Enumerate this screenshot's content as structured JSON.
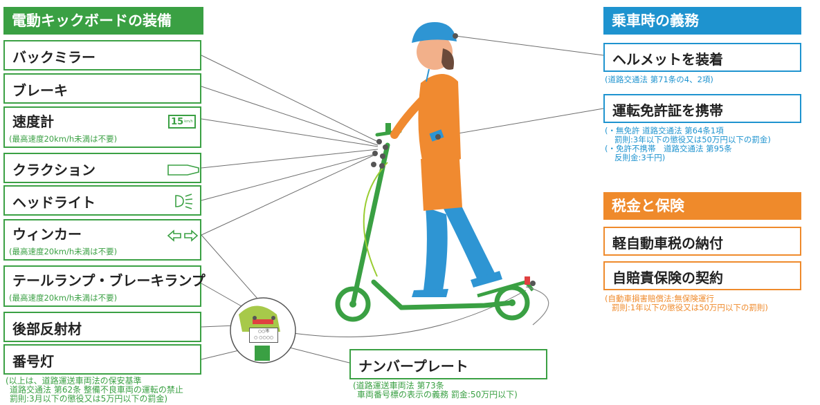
{
  "equipment": {
    "heading": "電動キックボードの装備",
    "items": [
      {
        "label": "バックミラー"
      },
      {
        "label": "ブレーキ"
      },
      {
        "label": "速度計",
        "note": "(最高速度20km/h未満は不要)",
        "badge": "15",
        "badge_unit": "km/h"
      },
      {
        "label": "クラクション"
      },
      {
        "label": "ヘッドライト"
      },
      {
        "label": "ウィンカー",
        "note": "(最高速度20km/h未満は不要)"
      },
      {
        "label": "テールランプ・ブレーキランプ",
        "note": "(最高速度20km/h未満は不要)"
      },
      {
        "label": "後部反射材"
      },
      {
        "label": "番号灯"
      }
    ],
    "law_note": [
      "(以上は、道路運送車両法の保安基準",
      "道路交通法 第62条 整備不良車両の運転の禁止",
      "罰則:3月以下の懲役又は5万円以下の罰金)"
    ]
  },
  "plate": {
    "label": "ナンバープレート",
    "note": [
      "(道路運送車両法 第73条",
      "車両番号標の表示の義務 罰金:50万円以下)"
    ],
    "plate_text": "○○市"
  },
  "obligations": {
    "heading": "乗車時の義務",
    "helmet": {
      "label": "ヘルメットを装着",
      "note": "(道路交通法 第71条の4、2項)"
    },
    "license": {
      "label": "運転免許証を携帯",
      "note": [
        "(・無免許 道路交通法 第64条1項",
        "罰則:3年以下の懲役又は50万円以下の罰金)",
        "(・免許不携帯　道路交通法 第95条",
        "反則金:3千円)"
      ]
    }
  },
  "tax": {
    "heading": "税金と保険",
    "items": [
      {
        "label": "軽自動車税の納付"
      },
      {
        "label": "自賠責保険の契約"
      }
    ],
    "note": [
      "(自動車損害賠償法:無保険運行",
      "罰則:1年以下の懲役又は50万円以下の罰則)"
    ]
  },
  "colors": {
    "green": "#3aa043",
    "blue": "#1e93cf",
    "orange": "#ef8a2b"
  },
  "icons": [
    "speedometer-icon",
    "horn-icon",
    "headlight-icon",
    "turn-signal-icon",
    "helmet-icon",
    "kick-scooter-icon"
  ]
}
